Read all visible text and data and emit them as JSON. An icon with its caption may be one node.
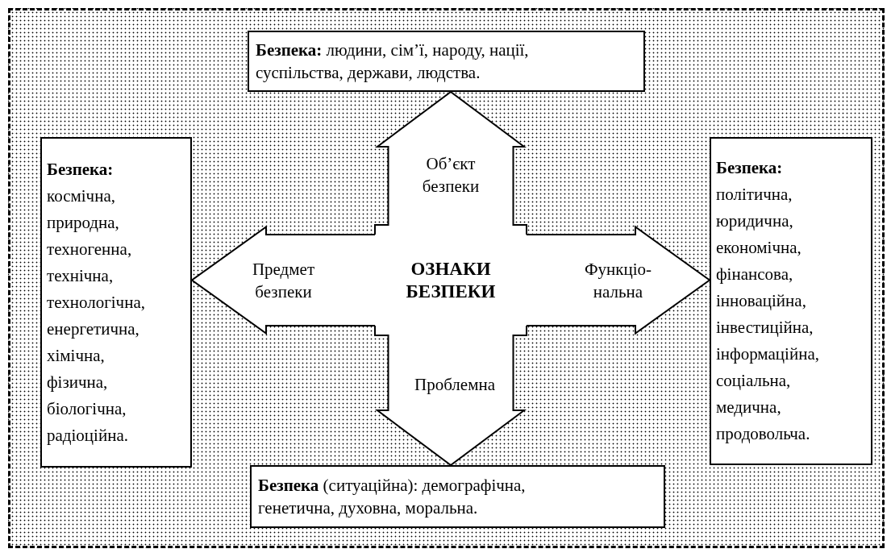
{
  "diagram": {
    "nodes": [
      {
        "text": [
          "**Безпека:** людини, сім’ї, народу, нації, суспільства, держави, людства."
        ]
      },
      {
        "text": [
          "Безпека:",
          "космічна, природна, техногенна, технічна, технологічна, енергетична, хімічна, фізична, біологічна, радіоційна."
        ]
      },
      {
        "text": [
          "ОЗНАКИ БЕЗПЕКИ"
        ]
      },
      {
        "text": [
          "Безпека:",
          "політична, юридична, економічна, фінансова, інноваційна, інвестиційна, інформаційна, соціальна, медична, продовольча."
        ]
      },
      {
        "text": [
          "**Безпека** (ситуаційна): демографічна, генетична, духовна, моральна."
        ]
      }
    ],
    "edges": [
      {
        "from": 2,
        "to": 0,
        "arrow": "to",
        "style": "thick",
        "label": "Об’єкт безпеки"
      },
      {
        "from": 2,
        "to": 1,
        "arrow": "to",
        "style": "thick",
        "label": "Предмет безпеки"
      },
      {
        "from": 2,
        "to": 3,
        "arrow": "to",
        "style": "thick",
        "label": "Функціо- нальна"
      },
      {
        "from": 2,
        "to": 4,
        "arrow": "to",
        "style": "thick",
        "label": "Проблемна"
      }
    ]
  }
}
